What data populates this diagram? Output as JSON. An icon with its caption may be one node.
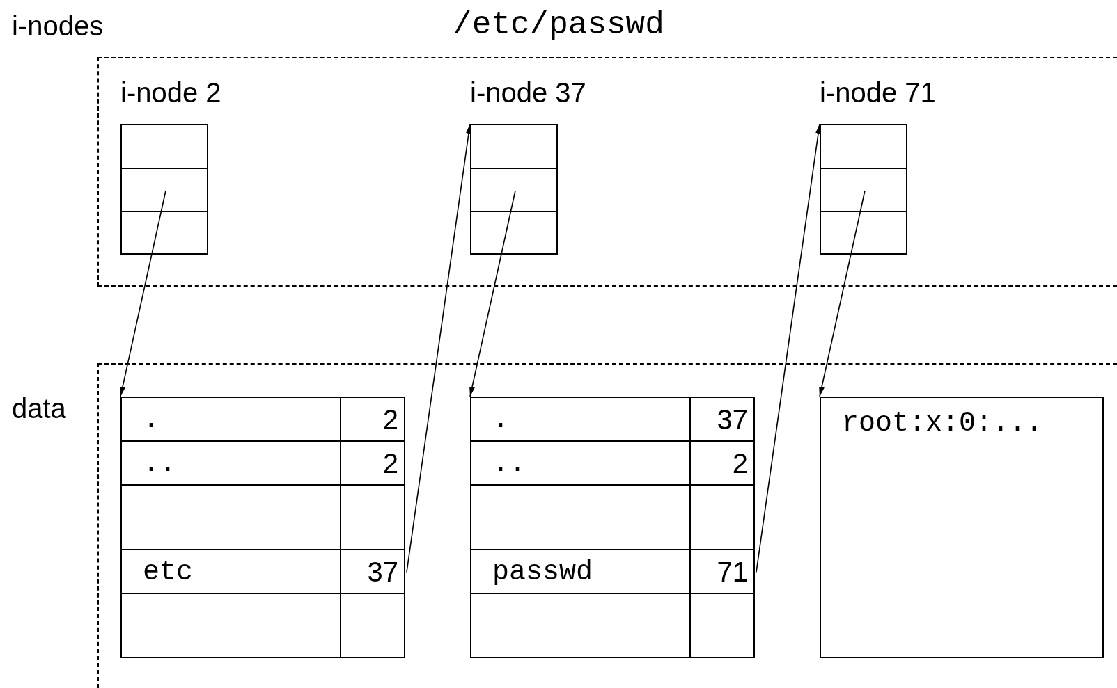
{
  "diagram": {
    "title": "/etc/passwd",
    "nodes": [
      {
        "text": [
          "i-nodes"
        ]
      },
      {
        "text": [
          "i-node 2"
        ],
        "in": 0
      },
      {
        "text": [
          "i-node 37"
        ],
        "in": 0
      },
      {
        "text": [
          "i-node 71"
        ],
        "in": 0
      },
      {
        "text": [
          "data"
        ]
      },
      {
        "text": [],
        "shape": "box",
        "in": 4
      },
      {
        "text": [
          "."
        ],
        "in": 5
      },
      {
        "text": [
          "2"
        ],
        "in": 5
      },
      {
        "text": [
          ".."
        ],
        "in": 5
      },
      {
        "text": [
          "2"
        ],
        "in": 5
      },
      {
        "text": [
          "etc"
        ],
        "in": 5
      },
      {
        "text": [
          "37"
        ],
        "in": 5
      },
      {
        "text": [],
        "shape": "box",
        "in": 4
      },
      {
        "text": [
          "."
        ],
        "in": 12
      },
      {
        "text": [
          "37"
        ],
        "in": 12
      },
      {
        "text": [
          ".."
        ],
        "in": 12
      },
      {
        "text": [
          "2"
        ],
        "in": 12
      },
      {
        "text": [
          "passwd"
        ],
        "in": 12
      },
      {
        "text": [
          "71"
        ],
        "in": 12
      },
      {
        "text": [
          "root:x:0:..."
        ],
        "in": 4
      }
    ],
    "edges": [
      {
        "from": 1,
        "to": 5,
        "arrow": "to"
      },
      {
        "from": 11,
        "to": 2,
        "arrow": "to"
      },
      {
        "from": 2,
        "to": 12,
        "arrow": "to"
      },
      {
        "from": 18,
        "to": 3,
        "arrow": "to"
      },
      {
        "from": 3,
        "to": 19,
        "arrow": "to"
      }
    ]
  }
}
